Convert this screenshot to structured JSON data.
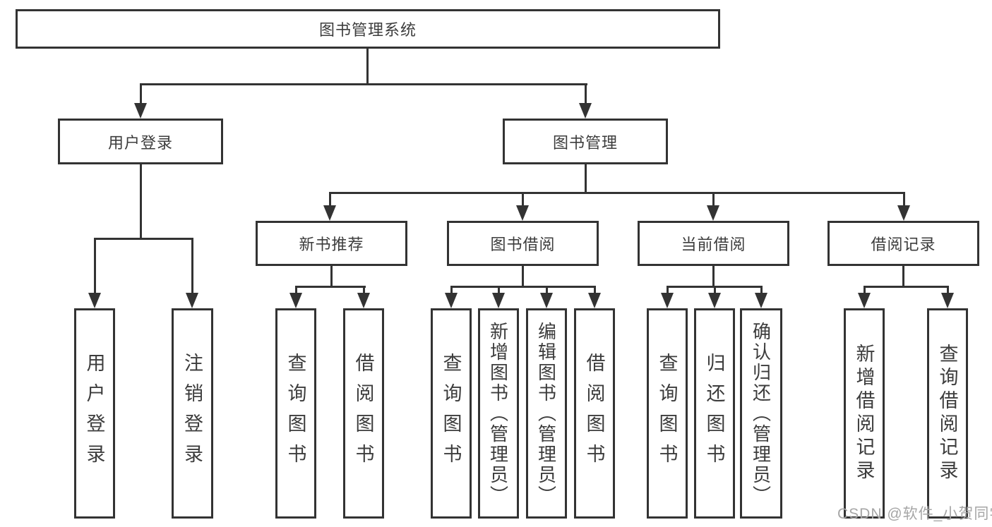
{
  "tree": {
    "label": "图书管理系统",
    "children": [
      {
        "label": "用户登录",
        "children": [
          {
            "label": "用户登录"
          },
          {
            "label": "注销登录"
          }
        ]
      },
      {
        "label": "图书管理",
        "children": [
          {
            "label": "新书推荐",
            "children": [
              {
                "label": "查询图书"
              },
              {
                "label": "借阅图书"
              }
            ]
          },
          {
            "label": "图书借阅",
            "children": [
              {
                "label": "查询图书"
              },
              {
                "label": "新增图书（管理员）"
              },
              {
                "label": "编辑图书（管理员）"
              },
              {
                "label": "借阅图书"
              }
            ]
          },
          {
            "label": "当前借阅",
            "children": [
              {
                "label": "查询图书"
              },
              {
                "label": "归还图书"
              },
              {
                "label": "确认归还（管理员）"
              }
            ]
          },
          {
            "label": "借阅记录",
            "children": [
              {
                "label": "新增借阅记录"
              },
              {
                "label": "查询借阅记录"
              }
            ]
          }
        ]
      }
    ]
  },
  "watermark": {
    "text": "CSDN @软件_小贺同学"
  },
  "colors": {
    "line": "#333333",
    "text": "#3c3c3c",
    "watermark": "#a6a6a6",
    "background": "#ffffff"
  }
}
